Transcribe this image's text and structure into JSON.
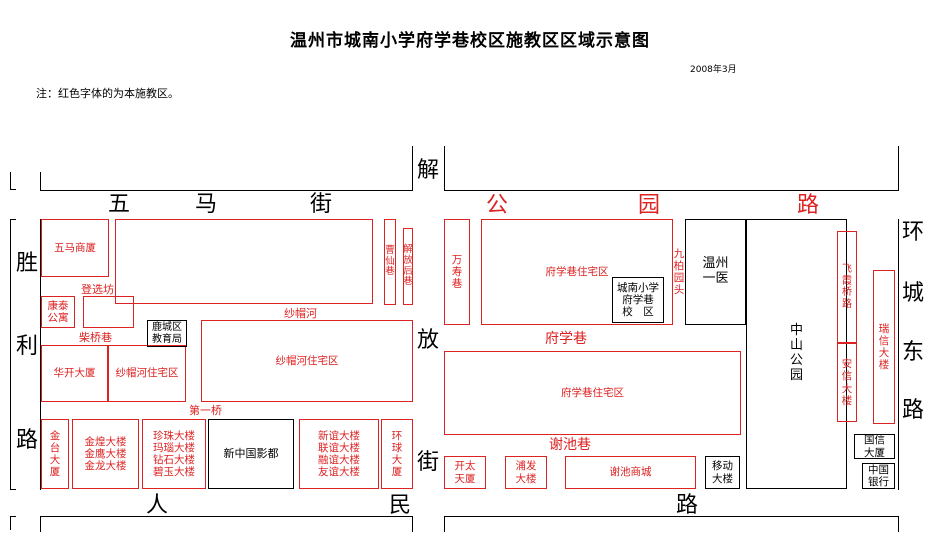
{
  "title": "温州市城南小学府学巷校区施教区区域示意图",
  "date": "2008年3月",
  "note": "注：红色字体的为本施教区。",
  "roads": {
    "jie": "解",
    "fang": "放",
    "jie2": "街",
    "wu": "五",
    "ma": "马",
    "wujie": "街",
    "gong": "公",
    "yuan": "园",
    "lu_top": "路",
    "sheng": "胜",
    "li": "利",
    "lu_left": "路",
    "ren": "人",
    "min": "民",
    "lu_bottom": "路",
    "huan": "环",
    "cheng": "城",
    "dong": "东",
    "lu_right": "路"
  },
  "lanes": {
    "dengxuanfang": "登选坊",
    "chaiqiaoxiang": "柴桥巷",
    "shamaohe": "纱帽河",
    "diyiqiao": "第一桥",
    "fuxuexiang": "府学巷",
    "xiechixiang": "谢池巷"
  },
  "blocks": {
    "wuma": "五马商厦",
    "kangtai": "康泰\n公寓",
    "caoxian": "曹\n仙\n巷",
    "jiefanghou": "解\n放\n后\n巷",
    "huakai": "华开大厦",
    "smhe_small": "纱帽河住宅区",
    "lucheng": "鹿城区\n教育局",
    "smhe_big": "纱帽河住宅区",
    "jintai": "金\n台\n大\n厦",
    "jinhuang": "金煌大楼\n金鹰大楼\n金龙大楼",
    "zhenzhu": "珍珠大楼\n玛瑙大楼\n钻石大楼\n碧玉大楼",
    "xinzhongguo": "新中国影都",
    "xinyi": "新谊大楼\n联谊大楼\n融谊大楼\n友谊大楼",
    "huanqiu": "环\n球\n大\n厦",
    "wanshou": "万\n寿\n巷",
    "fxx_top": "府学巷住宅区",
    "school": "城南小学\n府学巷\n校　区",
    "jiubai": "九\n柏\n园\n头",
    "wenzhou": "温州\n一医",
    "zhongshan": "中\n山\n公\n园",
    "feixia": "飞\n霞\n桥\n路",
    "ruixin": "瑞\n信\n大\n楼",
    "anxin": "安\n信\n大\n楼",
    "fxx_mid": "府学巷住宅区",
    "kaitai": "开太\n天厦",
    "pufa": "浦发\n大楼",
    "xiechi": "谢池商城",
    "yidong": "移动\n大楼",
    "guoxin": "国信\n大厦",
    "zhongguo": "中国\n银行"
  }
}
